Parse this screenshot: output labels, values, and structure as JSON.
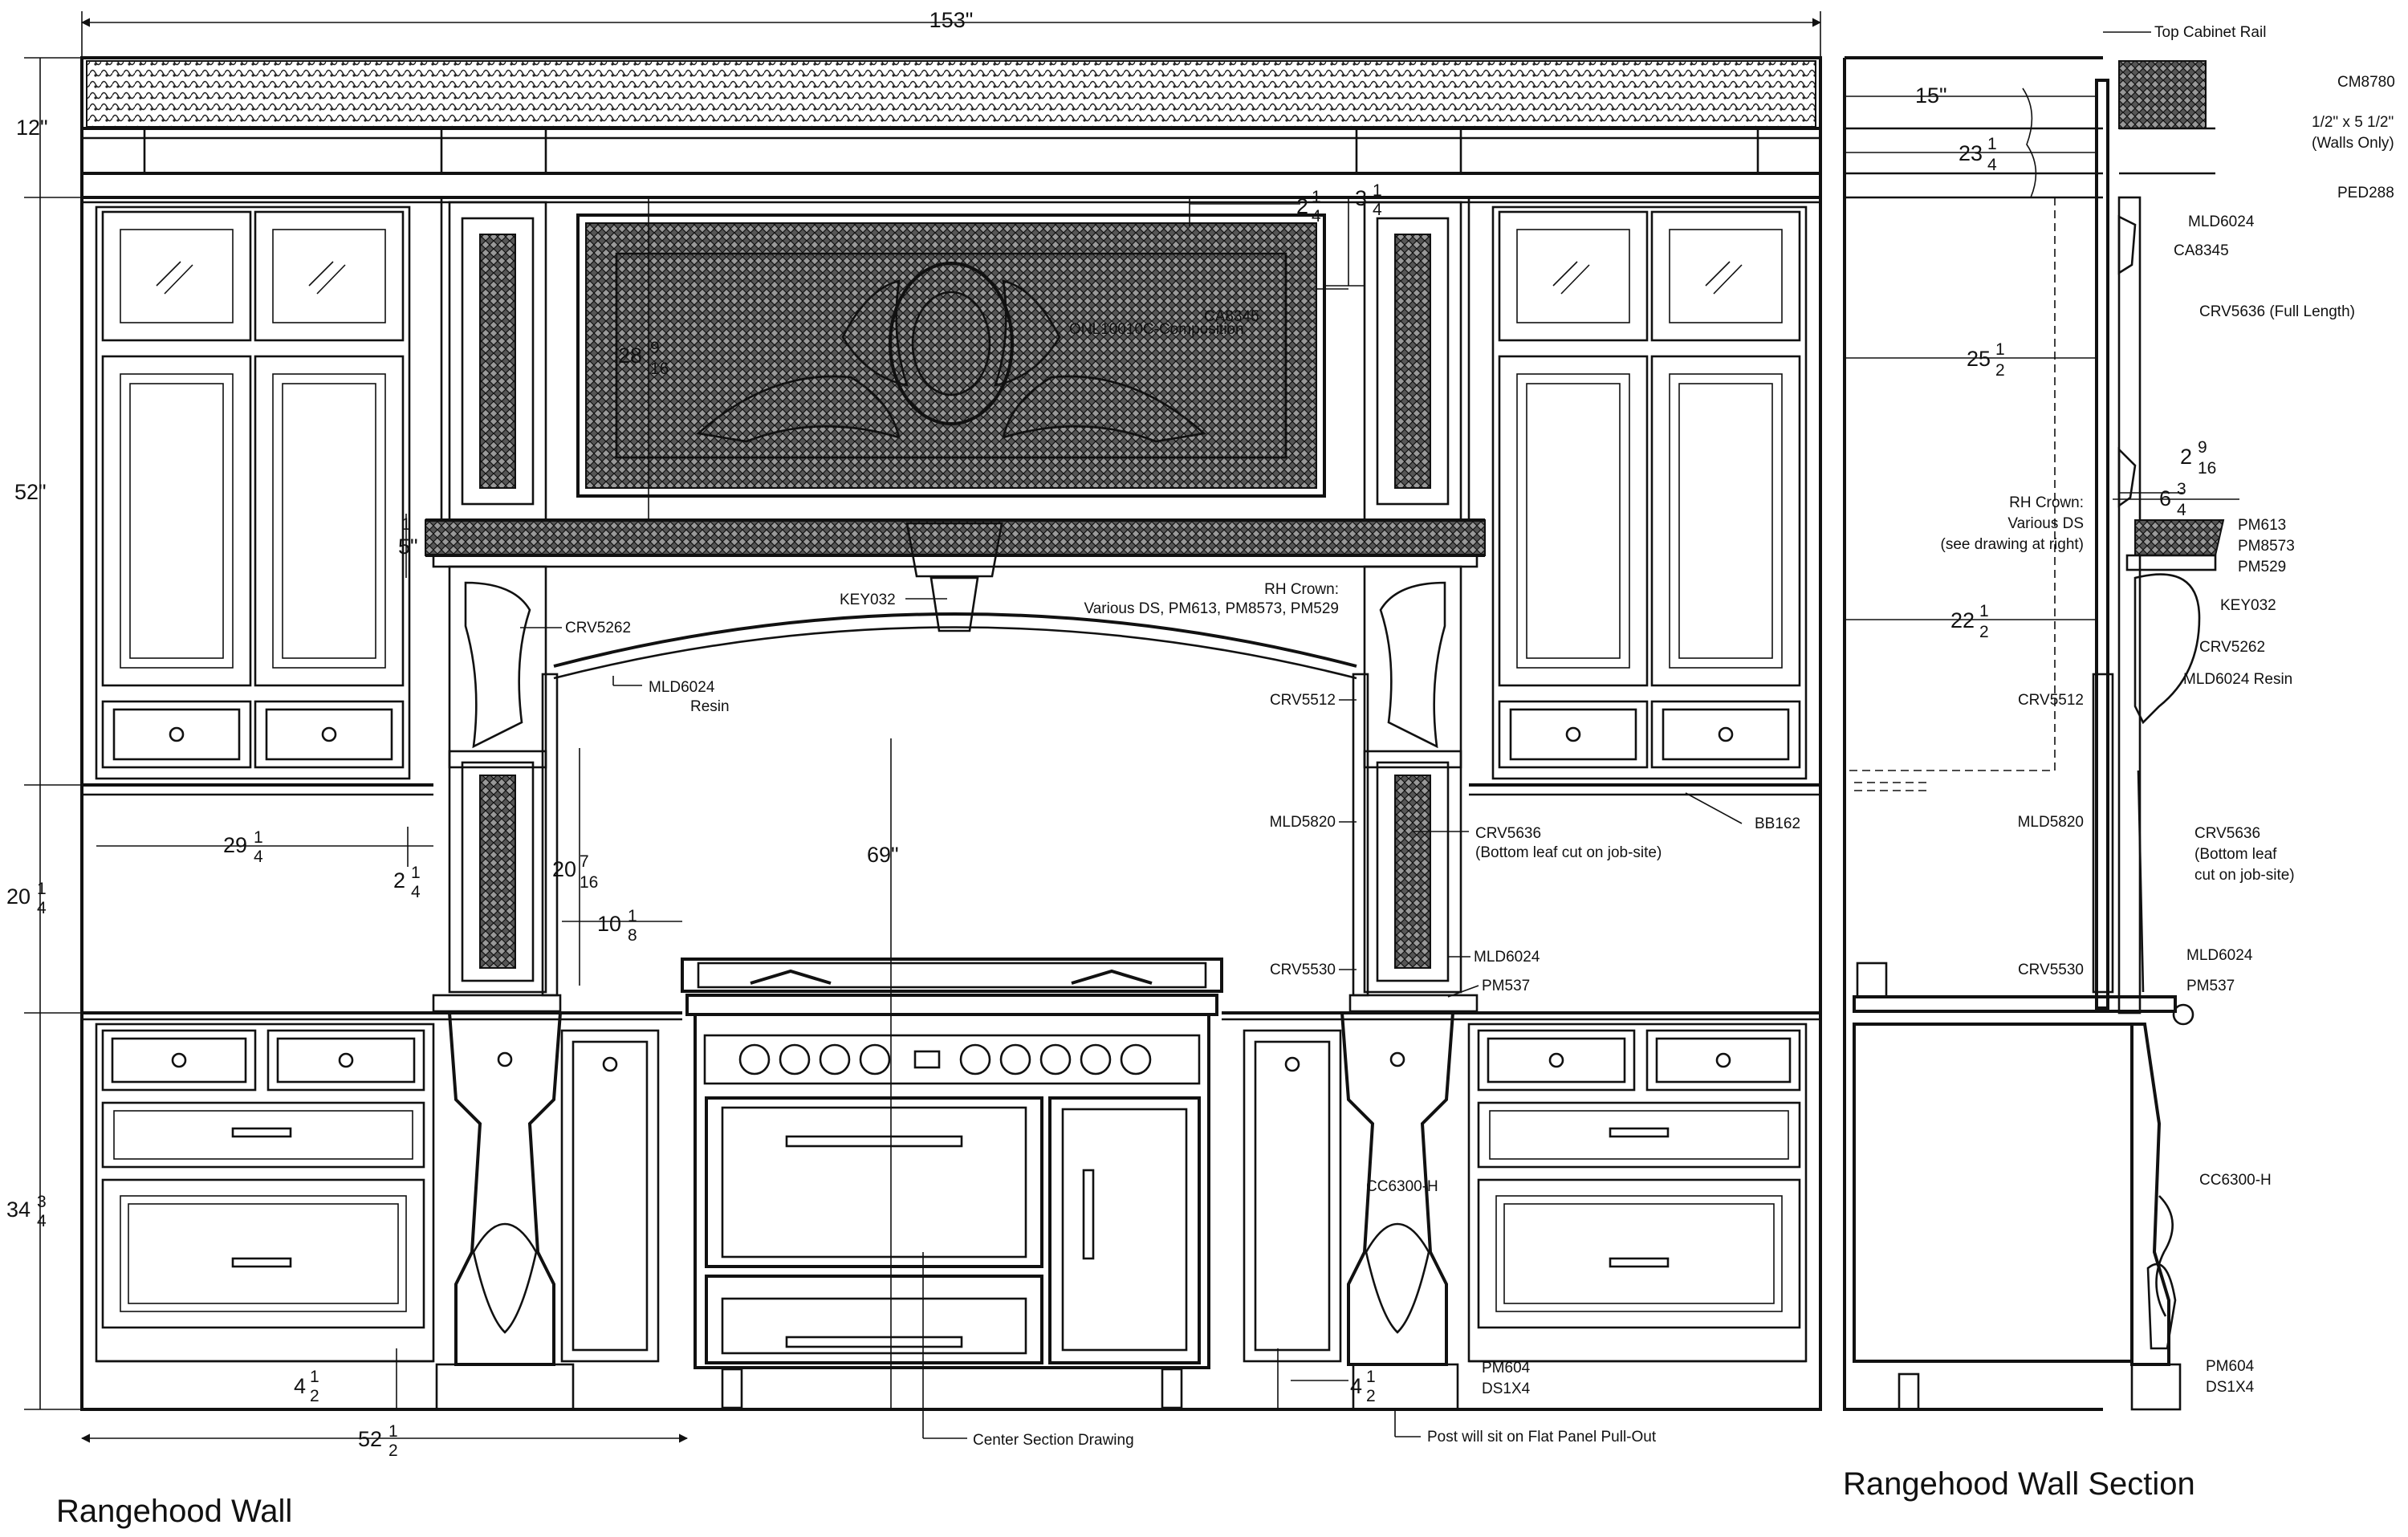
{
  "titles": {
    "elevation": "Rangehood Wall",
    "section": "Rangehood Wall Section"
  },
  "dimensions": {
    "overall_width": "153\"",
    "top_rail": "12\"",
    "upper_height": "52\"",
    "lower_upper_w": "20",
    "lower_upper_frac_n": "1",
    "lower_upper_frac_d": "4",
    "base_w": "34",
    "base_frac_n": "3",
    "base_frac_d": "4",
    "panel_h": "28",
    "panel_frac_n": "9",
    "panel_frac_d": "16",
    "offset_a": "2",
    "offset_a_n": "1",
    "offset_a_d": "4",
    "offset_b": "3",
    "offset_b_n": "1",
    "offset_b_d": "4",
    "mantle_h": "5\"",
    "mantle_top": "1",
    "side_w": "29",
    "side_w_n": "1",
    "side_w_d": "4",
    "side_off": "2",
    "side_off_n": "1",
    "side_off_d": "4",
    "pil_h": "20",
    "pil_h_n": "7",
    "pil_h_d": "16",
    "pil_w": "10",
    "pil_w_n": "1",
    "pil_w_d": "8",
    "opening_h": "69\"",
    "toe_l": "4",
    "toe_l_n": "1",
    "toe_l_d": "2",
    "toe_r": "4",
    "toe_r_n": "1",
    "toe_r_d": "2",
    "base_left_w": "52",
    "base_left_n": "1",
    "base_left_d": "2",
    "sec_15": "15\"",
    "sec_23": "23",
    "sec_23_n": "1",
    "sec_23_d": "4",
    "sec_25": "25",
    "sec_25_n": "1",
    "sec_25_d": "2",
    "sec_2916": "2",
    "sec_2916_n": "9",
    "sec_2916_d": "16",
    "sec_634": "6",
    "sec_634_n": "3",
    "sec_634_d": "4",
    "sec_22": "22",
    "sec_22_n": "1",
    "sec_22_d": "2"
  },
  "labels": {
    "ca8345": "CA8345",
    "onl": "ONL10010C-Composition",
    "key032": "KEY032",
    "rh_crown_1": "RH Crown:",
    "rh_crown_2": "Various DS, PM613, PM8573, PM529",
    "crv5262": "CRV5262",
    "mld6024_1": "MLD6024",
    "mld6024_2": "Resin",
    "crv5512": "CRV5512",
    "mld5820": "MLD5820",
    "crv5636_1": "CRV5636",
    "crv5636_2": "(Bottom leaf cut on job-site)",
    "bb162": "BB162",
    "crv5530": "CRV5530",
    "mld6024_b": "MLD6024",
    "pm537": "PM537",
    "cc6300": "CC6300-H",
    "pm604": "PM604",
    "ds1x4": "DS1X4",
    "post_note": "Post will sit on Flat Panel Pull-Out",
    "center_note": "Center Section Drawing"
  },
  "section_labels": {
    "top_rail": "Top Cabinet Rail",
    "cm8780": "CM8780",
    "board_1": "1/2\" x 5 1/2\"",
    "board_2": "(Walls Only)",
    "ped288": "PED288",
    "mld6024": "MLD6024",
    "ca8345": "CA8345",
    "crv5636_full": "CRV5636 (Full Length)",
    "rh_1": "RH Crown:",
    "rh_2": "Various DS",
    "rh_3": "(see drawing at right)",
    "pm613": "PM613",
    "pm8573": "PM8573",
    "pm529": "PM529",
    "key032": "KEY032",
    "crv5262": "CRV5262",
    "mld6024_resin": "MLD6024 Resin",
    "crv5512": "CRV5512",
    "mld5820": "MLD5820",
    "crv5636_1": "CRV5636",
    "crv5636_2": "(Bottom leaf",
    "crv5636_3": "cut on job-site)",
    "mld6024_b": "MLD6024",
    "crv5530": "CRV5530",
    "pm537": "PM537",
    "cc6300": "CC6300-H",
    "pm604": "PM604",
    "ds1x4": "DS1X4"
  }
}
